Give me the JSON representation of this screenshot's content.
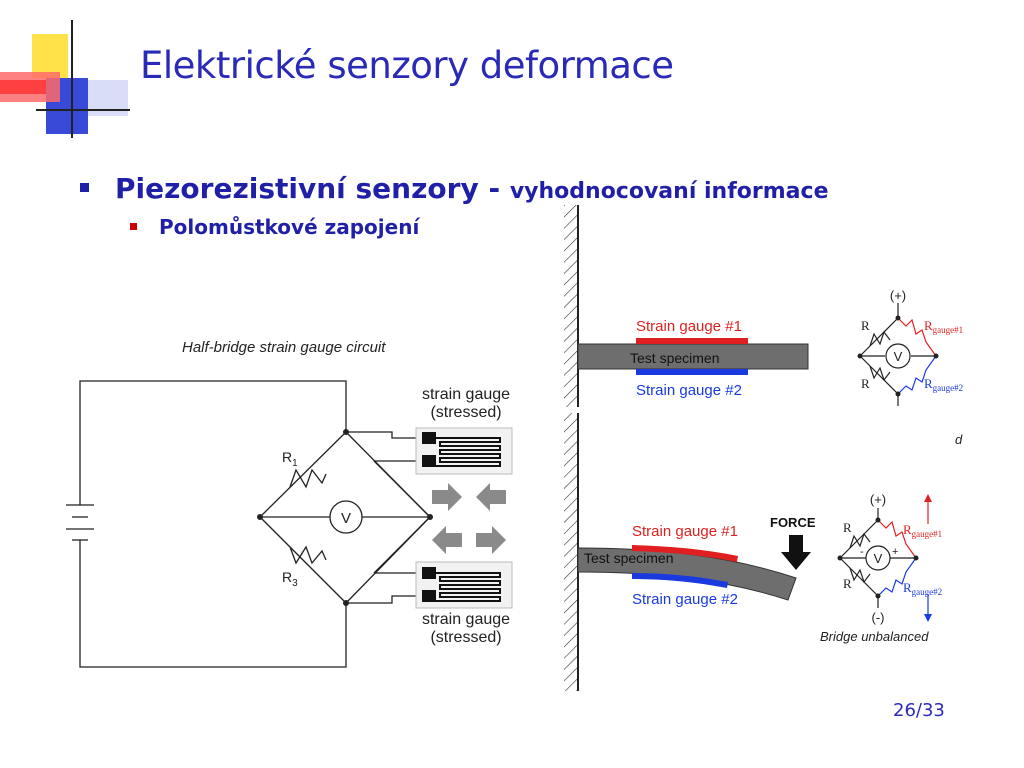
{
  "slide": {
    "title": "Elektrické senzory deformace",
    "bullet1_main": "Piezorezistivní senzory - ",
    "bullet1_sub": "vyhodnocovaní informace",
    "bullet2": "Polomůstkové zapojení",
    "page_number": "26/33"
  },
  "left_diagram": {
    "title": "Half-bridge strain gauge circuit",
    "gauge_top_label_1": "strain gauge",
    "gauge_top_label_2": "(stressed)",
    "gauge_bottom_label_1": "strain gauge",
    "gauge_bottom_label_2": "(stressed)",
    "r1": "R",
    "r1_sub": "1",
    "r3": "R",
    "r3_sub": "3",
    "meter": "V"
  },
  "right_diagram": {
    "top": {
      "gauge1": "Strain gauge #1",
      "specimen": "Test specimen",
      "gauge2": "Strain gauge #2",
      "plus": "(+)",
      "r": "R",
      "rg1_main": "R",
      "rg1_sub": "gauge#1",
      "rg2_main": "R",
      "rg2_sub": "gauge#2",
      "meter": "V",
      "cut_text": "d"
    },
    "bottom": {
      "gauge1": "Strain gauge #1",
      "specimen": "Test specimen",
      "gauge2": "Strain gauge #2",
      "force": "FORCE",
      "plus": "(+)",
      "minus": "(-)",
      "r": "R",
      "rg1_main": "R",
      "rg1_sub": "gauge#1",
      "rg2_main": "R",
      "rg2_sub": "gauge#2",
      "meter": "V",
      "meter_minus": "-",
      "meter_plus": "+",
      "status": "Bridge unbalanced"
    }
  },
  "colors": {
    "title": "#2a2ab8",
    "bullet": "#1f1fa8",
    "sub_bullet": "#cc0000",
    "gauge1": "#e02020",
    "gauge2": "#1a3ae0",
    "specimen": "#6e6e6e"
  }
}
